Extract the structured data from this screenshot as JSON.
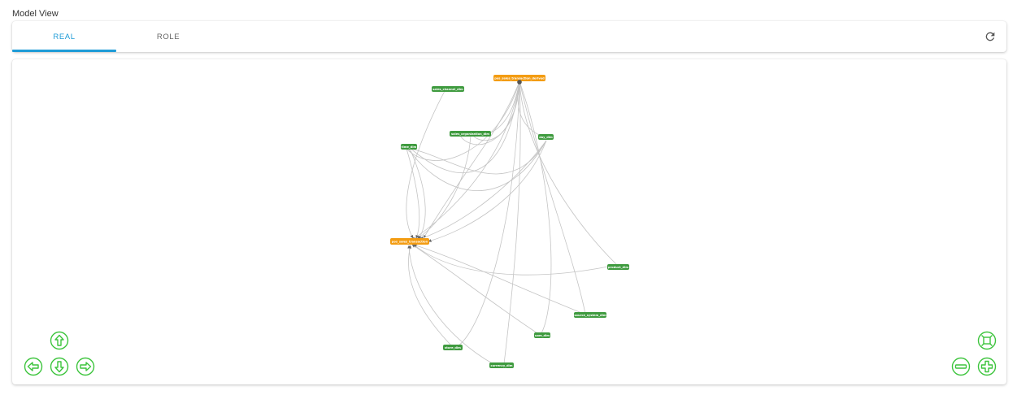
{
  "page": {
    "title": "Model View"
  },
  "tabs": [
    {
      "label": "REAL",
      "active": true
    },
    {
      "label": "ROLE",
      "active": false
    }
  ],
  "colors": {
    "accent": "#1e9bd7",
    "fact_node": "#f39c12",
    "dim_node": "#3f9b3f",
    "nav_control": "#3cc43c",
    "edge": "#c4c4c4"
  },
  "icons": {
    "refresh": "refresh-icon",
    "up": "arrow-up-icon",
    "left": "arrow-left-icon",
    "down": "arrow-down-icon",
    "right": "arrow-right-icon",
    "fit": "fit-view-icon",
    "zoom_out": "zoom-out-icon",
    "zoom_in": "zoom-in-icon"
  },
  "graph": {
    "nodes": [
      {
        "id": "n_derived",
        "label": "pos_sales_transaction_derived",
        "kind": "fact"
      },
      {
        "id": "n_channel",
        "label": "sales_channel_dim",
        "kind": "dim"
      },
      {
        "id": "n_org",
        "label": "sales_organization_dim",
        "kind": "dim"
      },
      {
        "id": "n_day",
        "label": "day_dim",
        "kind": "dim"
      },
      {
        "id": "n_time",
        "label": "time_dim",
        "kind": "dim"
      },
      {
        "id": "n_tx",
        "label": "pos_sales_transaction",
        "kind": "fact"
      },
      {
        "id": "n_product",
        "label": "product_dim",
        "kind": "dim"
      },
      {
        "id": "n_source",
        "label": "source_system_dim",
        "kind": "dim"
      },
      {
        "id": "n_uom",
        "label": "uom_dim",
        "kind": "dim"
      },
      {
        "id": "n_store",
        "label": "store_dim",
        "kind": "dim"
      },
      {
        "id": "n_currency",
        "label": "currency_dim",
        "kind": "dim"
      }
    ]
  }
}
